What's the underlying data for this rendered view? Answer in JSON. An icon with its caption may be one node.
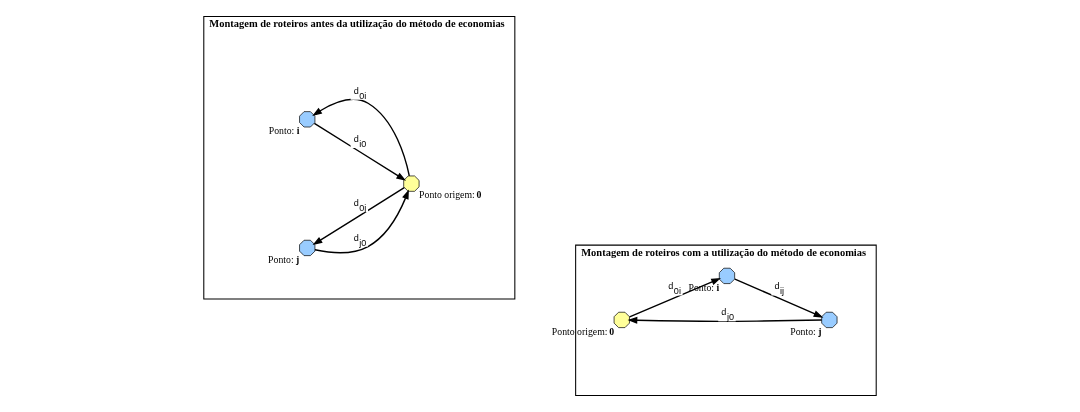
{
  "diagram": {
    "nodes": [
      {
        "text": [
          "Montagem de roteiros antes da utilização do método de economias"
        ]
      },
      {
        "text": [],
        "shape": "octagon",
        "beside": [
          "Ponto: **i**"
        ],
        "in": 0
      },
      {
        "text": [],
        "shape": "octagon",
        "beside": [
          "Ponto: **j**"
        ],
        "in": 0
      },
      {
        "text": [],
        "shape": "octagon",
        "beside": [
          "Ponto origem: **0**"
        ],
        "in": 0
      },
      {
        "text": [
          "Montagem de roteiros com a utilização do método de economias"
        ]
      },
      {
        "text": [],
        "shape": "octagon",
        "beside": [
          "Ponto: **i**"
        ],
        "in": 4
      },
      {
        "text": [],
        "shape": "octagon",
        "beside": [
          "Ponto: **j**"
        ],
        "in": 4
      },
      {
        "text": [],
        "shape": "octagon",
        "beside": [
          "Ponto origem: **0**"
        ],
        "in": 4
      }
    ],
    "edges": [
      {
        "from": 3,
        "to": 1,
        "arrow": "to",
        "label": "d$_{0i}$"
      },
      {
        "from": 1,
        "to": 3,
        "arrow": "to",
        "label": "d$_{i0}$"
      },
      {
        "from": 3,
        "to": 2,
        "arrow": "to",
        "label": "d$_{0j}$"
      },
      {
        "from": 2,
        "to": 3,
        "arrow": "to",
        "label": "d$_{j0}$"
      },
      {
        "from": 7,
        "to": 5,
        "arrow": "to",
        "label": "d$_{0i}$"
      },
      {
        "from": 5,
        "to": 6,
        "arrow": "to",
        "label": "d$_{ij}$"
      },
      {
        "from": 6,
        "to": 7,
        "arrow": "to",
        "label": "d$_{j0}$"
      }
    ]
  }
}
